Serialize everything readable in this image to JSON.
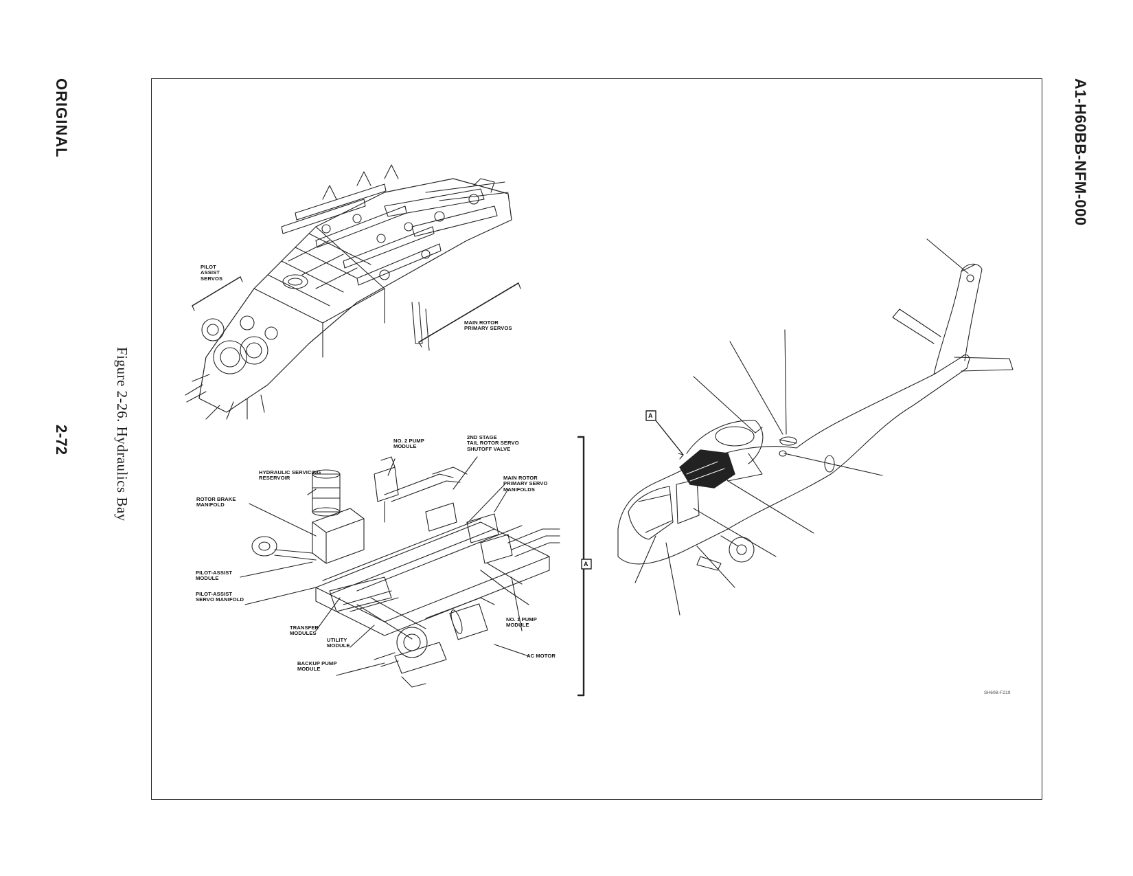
{
  "margin": {
    "status": "ORIGINAL",
    "page_number": "2-72",
    "document_id": "A1-H60BB-NFM-000"
  },
  "figure": {
    "caption": "Figure 2-26.  Hydraulics Bay",
    "code": "SH60B-F219",
    "detail_marker": "A"
  },
  "labels": {
    "pilot_assist_servos": "PILOT\nASSIST\nSERVOS",
    "main_rotor_primary_servos": "MAIN ROTOR\nPRIMARY SERVOS",
    "no2_pump_module": "NO. 2 PUMP\nMODULE",
    "tail_rotor_shutoff": "2ND STAGE\nTAIL ROTOR SERVO\nSHUTOFF VALVE",
    "hydraulic_servicing_reservoir": "HYDRAULIC SERVICING\nRESERVOIR",
    "rotor_brake_manifold": "ROTOR BRAKE\nMANIFOLD",
    "main_rotor_primary_servo_manifolds": "MAIN ROTOR\nPRIMARY SERVO\nMANIFOLDS",
    "pilot_assist_module": "PILOT-ASSIST\nMODULE",
    "pilot_assist_servo_manifold": "PILOT-ASSIST\nSERVO MANIFOLD",
    "no1_pump_module": "NO. 1 PUMP\nMODULE",
    "transfer_modules": "TRANSFER\nMODULES",
    "utility_module": "UTILITY\nMODULE",
    "backup_pump_module": "BACKUP PUMP\nMODULE",
    "ac_motor": "AC MOTOR"
  },
  "colors": {
    "ink": "#1a1a1a",
    "paper": "#ffffff"
  }
}
